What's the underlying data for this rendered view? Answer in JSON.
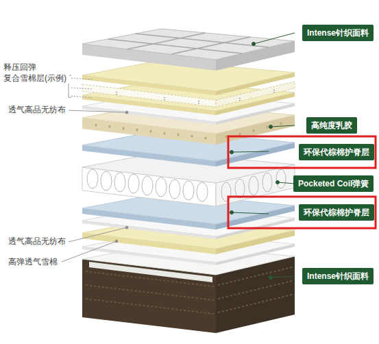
{
  "diagram": {
    "nodes": [
      {
        "text": [
          "Intense针织面料"
        ]
      },
      {
        "text": [
          "高纯度乳胶"
        ]
      },
      {
        "text": [
          "环保代棕棉护脊层"
        ]
      },
      {
        "text": [
          "Pocketed Coil弹簧"
        ]
      },
      {
        "text": [
          "环保代棕棉护脊层"
        ]
      },
      {
        "text": [
          "Intense针织面料"
        ]
      }
    ],
    "labels": [
      "释压回弹 复合雪棉层(示例)",
      "透气高品无纺布",
      "透气高品无纺布",
      "高弹透气雪棉"
    ]
  }
}
